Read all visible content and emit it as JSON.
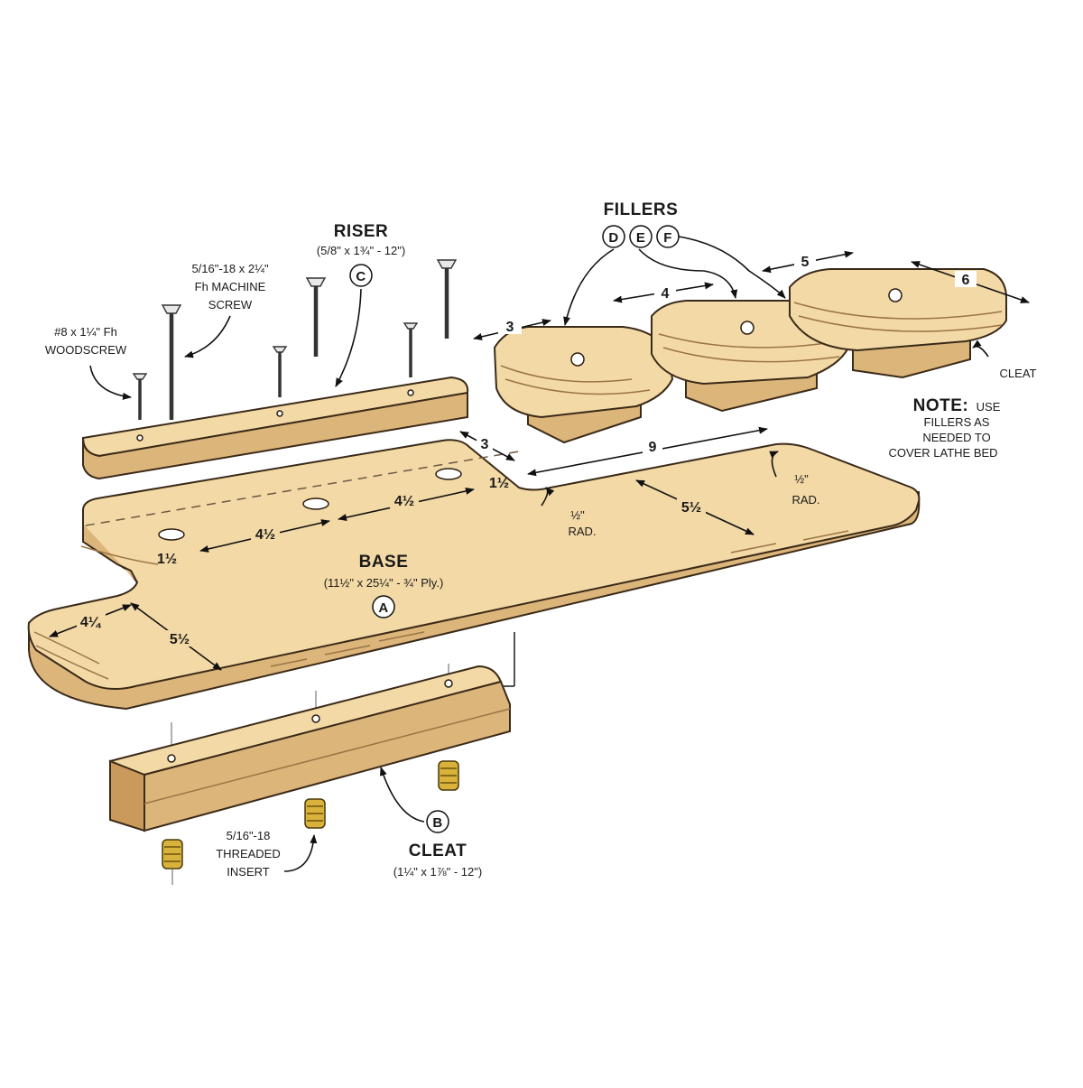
{
  "parts": {
    "riser": {
      "title": "RISER",
      "spec": "(5/8\" x 1¾\" - 12\")",
      "letter": "C"
    },
    "base": {
      "title": "BASE",
      "spec": "(11½\" x 25¼\" - ¾\" Ply.)",
      "letter": "A"
    },
    "cleat": {
      "title": "CLEAT",
      "spec": "(1¼\" x 1⅞\" - 12\")",
      "letter": "B"
    },
    "fillers": {
      "title": "FILLERS",
      "letters": [
        "D",
        "E",
        "F"
      ]
    }
  },
  "callouts": {
    "machine_screw": [
      "5/16\"-18 x 2¼\"",
      "Fh MACHINE",
      "SCREW"
    ],
    "woodscrew": [
      "#8 x 1¼\" Fh",
      "WOODSCREW"
    ],
    "threaded_insert": [
      "5/16\"-18",
      "THREADED",
      "INSERT"
    ],
    "cleat_small": "CLEAT",
    "note_bold": "NOTE:",
    "note_lines": [
      "USE",
      "FILLERS AS",
      "NEEDED TO",
      "COVER LATHE BED"
    ],
    "rad_1": [
      "½\"",
      "RAD."
    ],
    "rad_2": [
      "½\"",
      "RAD."
    ]
  },
  "dimensions": {
    "filler_d": "3",
    "filler_e": "4",
    "filler_f_w": "5",
    "filler_f_d": "6",
    "notch_3": "3",
    "notch_9": "9",
    "base_1_5_right": "1½",
    "base_4_5_right": "4½",
    "base_4_5_left": "4½",
    "base_1_5_left": "1½",
    "base_5_5_right": "5½",
    "base_4_25": "4¼",
    "base_5_5_left": "5½"
  },
  "colors": {
    "wood_top": "#f3d9a6",
    "wood_side": "#dcb57a",
    "wood_end": "#c99a5c",
    "brass": "#d8b23a"
  }
}
